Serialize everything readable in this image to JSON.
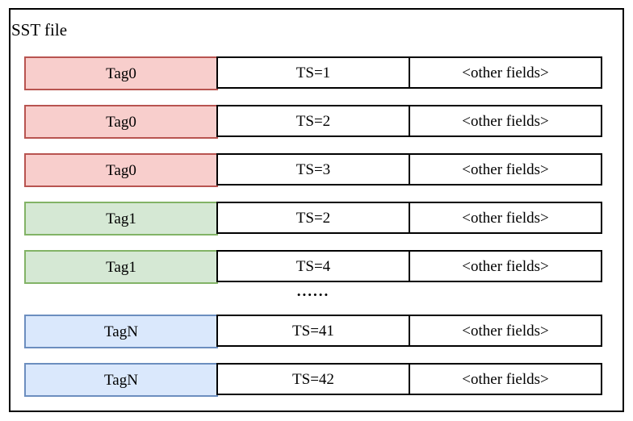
{
  "diagram": {
    "title": "SST file",
    "ellipsis": "......",
    "colors": {
      "red": {
        "fill": "#f8cecc",
        "stroke": "#b85450"
      },
      "green": {
        "fill": "#d5e8d4",
        "stroke": "#82b366"
      },
      "blue": {
        "fill": "#dae8fc",
        "stroke": "#6c8ebf"
      }
    },
    "rows": [
      {
        "tag": "Tag0",
        "color": "red",
        "ts": "TS=1",
        "other": "<other fields>"
      },
      {
        "tag": "Tag0",
        "color": "red",
        "ts": "TS=2",
        "other": "<other fields>"
      },
      {
        "tag": "Tag0",
        "color": "red",
        "ts": "TS=3",
        "other": "<other fields>"
      },
      {
        "tag": "Tag1",
        "color": "green",
        "ts": "TS=2",
        "other": "<other fields>"
      },
      {
        "tag": "Tag1",
        "color": "green",
        "ts": "TS=4",
        "other": "<other fields>"
      },
      {
        "tag": "TagN",
        "color": "blue",
        "ts": "TS=41",
        "other": "<other fields>"
      },
      {
        "tag": "TagN",
        "color": "blue",
        "ts": "TS=42",
        "other": "<other fields>"
      }
    ]
  }
}
